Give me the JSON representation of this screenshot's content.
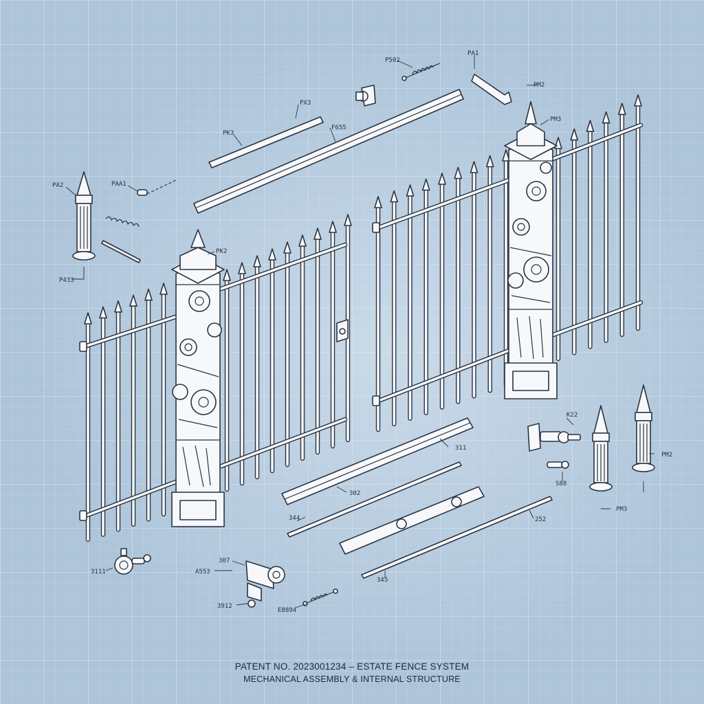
{
  "footer": {
    "title": "PATENT NO. 2023001234 – ESTATE FENCE SYSTEM",
    "subtitle": "MECHANICAL ASSEMBLY & INTERNAL STRUCTURE"
  },
  "labels": {
    "pa1": "PA1",
    "p502": "P502",
    "pm2_top": "PM2",
    "px3_top": "PX3",
    "pk3": "PK3",
    "f655": "F655",
    "pa2": "PA2",
    "paa1": "PAA1",
    "p433": "P433",
    "pk2": "PK2",
    "pm3": "PM3",
    "k22": "K22",
    "pm2_right": "PM2",
    "s11": "311",
    "n302": "302",
    "s44": "344",
    "s88": "S88",
    "n252": "252",
    "pm3_right": "PM3",
    "n345": "345",
    "a311": "3111",
    "n307": "307",
    "a553": "A553",
    "n3912": "3912",
    "e8894": "E8894"
  },
  "colors": {
    "background": "#adc4d9",
    "line": "#2a3340",
    "part_fill": "#f6f8fb"
  }
}
